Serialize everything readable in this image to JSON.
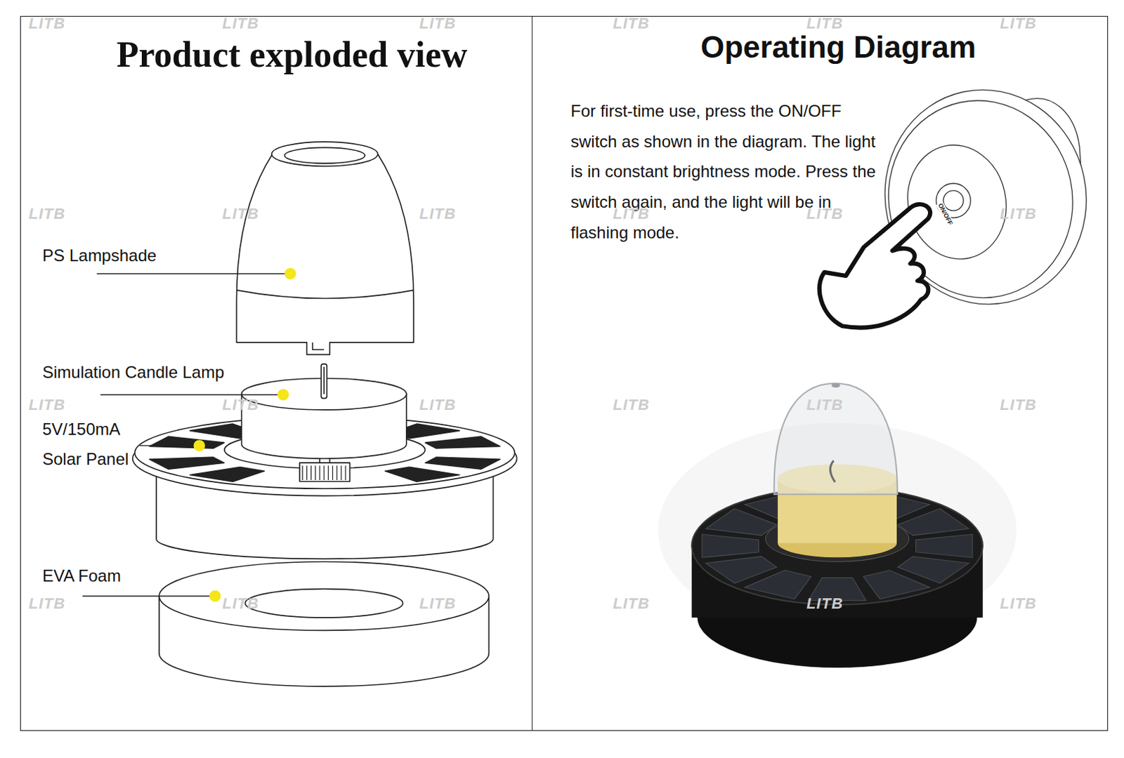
{
  "diagram": {
    "nodes": [
      {
        "text": [
          "Product exploded view"
        ]
      },
      {
        "text": [
          "Operating Diagram",
          "For first-time use, press the ON/OFF switch as shown in the diagram. The light is in constant brightness mode. Press the switch again, and the light will be in flashing mode."
        ]
      }
    ],
    "labels": [
      "PS Lampshade",
      "Simulation Candle Lamp",
      "5V/150mA Solar Panel",
      "EVA Foam",
      "ON/OFF",
      "LITB",
      "LITB",
      "LITB",
      "LITB",
      "LITB",
      "LITB",
      "LITB",
      "LITB",
      "LITB",
      "LITB",
      "LITB",
      "LITB",
      "LITB",
      "LITB",
      "LITB",
      "LITB",
      "LITB",
      "LITB",
      "LITB",
      "LITB",
      "LITB",
      "LITB",
      "LITB",
      "LITB"
    ]
  }
}
